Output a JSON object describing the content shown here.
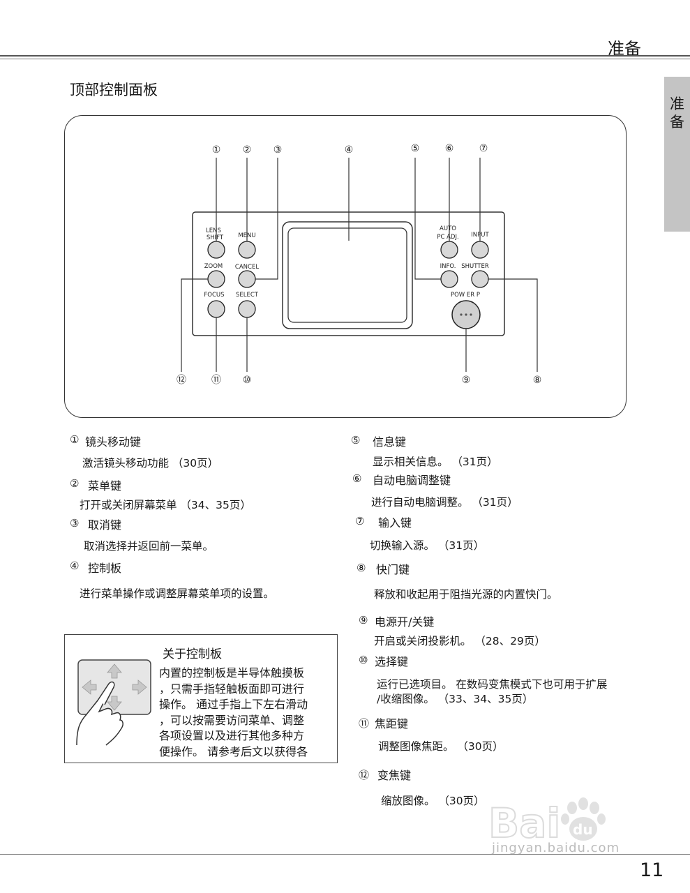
{
  "header": {
    "title": "准备"
  },
  "side_tab": {
    "chars": [
      "准",
      "备"
    ]
  },
  "section_title": "顶部控制面板",
  "diagram": {
    "callout_numbers": [
      "①",
      "②",
      "③",
      "④",
      "⑤",
      "⑥",
      "⑦",
      "⑧",
      "⑨",
      "⑩",
      "⑪",
      "⑫"
    ],
    "buttons": {
      "lens_shift_1": "LENS",
      "lens_shift_2": "SHIFT",
      "menu": "MENU",
      "zoom": "ZOOM",
      "cancel": "CANCEL",
      "focus": "FOCUS",
      "select": "SELECT",
      "auto_pc_1": "AUTO",
      "auto_pc_2": "PC ADJ.",
      "input": "INPUT",
      "info": "INFO.",
      "shutter": "SHUTTER",
      "power": "POW   ER  P"
    }
  },
  "items_left": [
    {
      "num": "①",
      "title": "镜头移动键",
      "desc": "激活镜头移动功能 （30页）"
    },
    {
      "num": "②",
      "title": "菜单键",
      "desc": "打开或关闭屏幕菜单 （34、35页）"
    },
    {
      "num": "③",
      "title": "取消键",
      "desc": "取消选择并返回前一菜单。"
    },
    {
      "num": "④",
      "title": "控制板",
      "desc": "进行菜单操作或调整屏幕菜单项的设置。"
    }
  ],
  "items_right": [
    {
      "num": "⑤",
      "title": "信息键",
      "desc": "显示相关信息。 （31页）"
    },
    {
      "num": "⑥",
      "title": "自动电脑调整键",
      "desc": "进行自动电脑调整。 （31页）"
    },
    {
      "num": "⑦",
      "title": "输入键",
      "desc": "切换输入源。 （31页）"
    },
    {
      "num": "⑧",
      "title": "快门键",
      "desc": "释放和收起用于阻挡光源的内置快门。"
    },
    {
      "num": "⑨",
      "title": "电源开/关键",
      "desc": "开启或关闭投影机。 （28、29页）"
    },
    {
      "num": "⑩",
      "title": "选择键",
      "desc": "运行已选项目。 在数码变焦模式下也可用于扩展",
      "desc2": "/收缩图像。 （33、34、35页）"
    },
    {
      "num": "⑪",
      "title": "焦距键",
      "desc": "调整图像焦距。 （30页）"
    },
    {
      "num": "⑫",
      "title": "变焦键",
      "desc": "缩放图像。 （30页）"
    }
  ],
  "info_box": {
    "title": "关于控制板",
    "lines": [
      "内置的控制板是半导体触摸板",
      "，只需手指轻触板面即可进行",
      "操作。 通过手指上下左右滑动",
      "，可以按需要访问菜单、调整",
      "各项设置以及进行其他多种方",
      "便操作。 请参考后文以获得各"
    ]
  },
  "watermark": {
    "text": "jingyan.baidu.com"
  },
  "page_number": "11"
}
